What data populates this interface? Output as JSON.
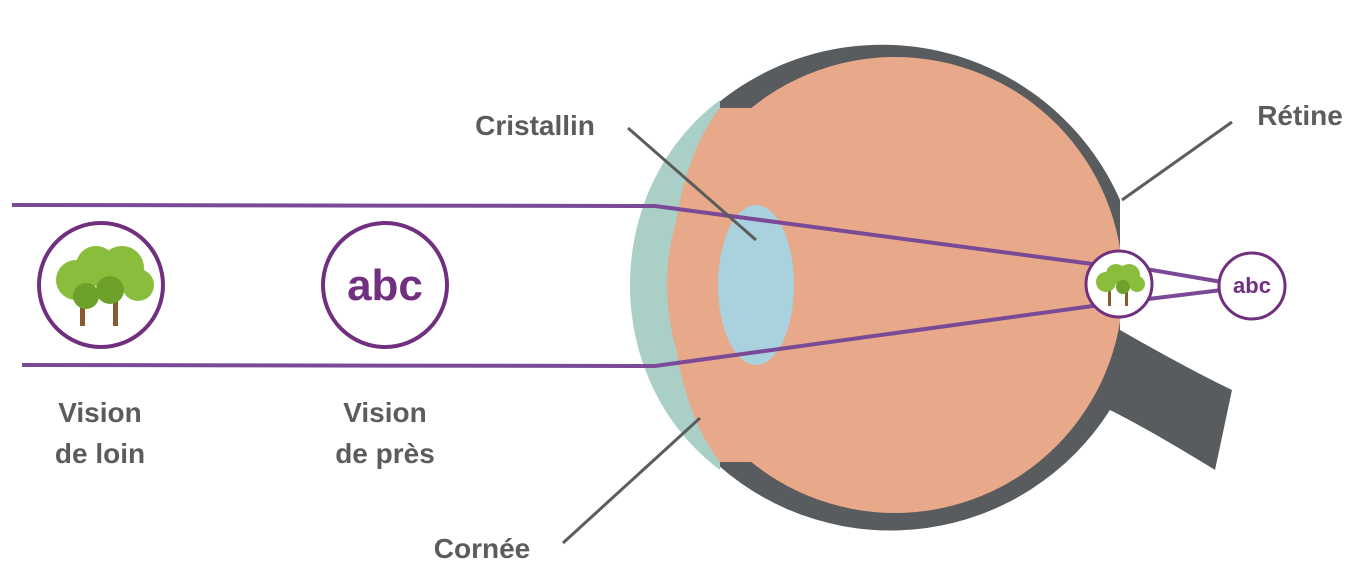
{
  "labels": {
    "cristallin": "Cristallin",
    "retine": "Rétine",
    "cornee": "Cornée",
    "vision_loin_line1": "Vision",
    "vision_loin_line2": "de loin",
    "vision_pres_line1": "Vision",
    "vision_pres_line2": "de près"
  },
  "near_symbol_text": "abc",
  "retina_symbol_text": "abc",
  "colors": {
    "sclera": "#585c5e",
    "eye_interior": "#e8a88a",
    "cornea": "#a9cfc6",
    "lens": "#a9d2de",
    "ray": "#7b4a97",
    "circle_stroke": "#71307f",
    "label_text": "#5a5c5e",
    "leader_line": "#5a5c5e",
    "tree_canopy": "#8bbd3c",
    "tree_canopy_dark": "#6da12a",
    "tree_trunk": "#8a5a2e"
  },
  "icons": {
    "far_object": "trees-icon",
    "near_object": "abc-text-icon",
    "retina_far": "trees-icon",
    "retina_near": "abc-text-icon"
  }
}
